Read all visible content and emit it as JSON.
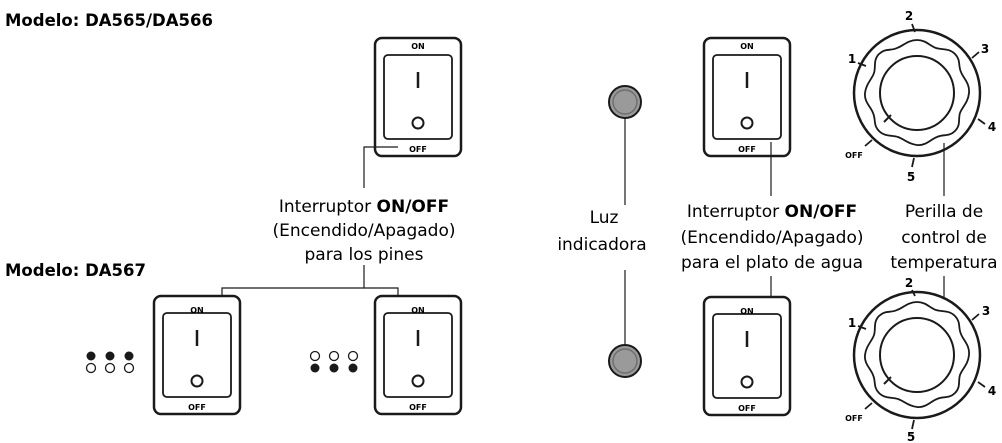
{
  "models": {
    "top": "Modelo: DA565/DA566",
    "bottom": "Modelo: DA567"
  },
  "switch": {
    "on": "ON",
    "off": "OFF"
  },
  "labels": {
    "pins_switch": {
      "line1_prefix": "Interruptor ",
      "line1_bold": "ON/OFF",
      "line2": "(Encendido/Apagado)",
      "line3": "para los pines"
    },
    "indicator": {
      "line1": "Luz",
      "line2": "indicadora"
    },
    "water_switch": {
      "line1_prefix": "Interruptor ",
      "line1_bold": "ON/OFF",
      "line2": "(Encendido/Apagado)",
      "line3": "para el plato de agua"
    },
    "knob": {
      "line1": "Perilla de",
      "line2": "control de",
      "line3": "temperatura"
    }
  },
  "knob_scale": {
    "n1": "1",
    "n2": "2",
    "n3": "3",
    "n4": "4",
    "n5": "5",
    "off": "OFF"
  },
  "colors": {
    "line": "#1a1a1a",
    "lamp": "#9a9a9a"
  }
}
